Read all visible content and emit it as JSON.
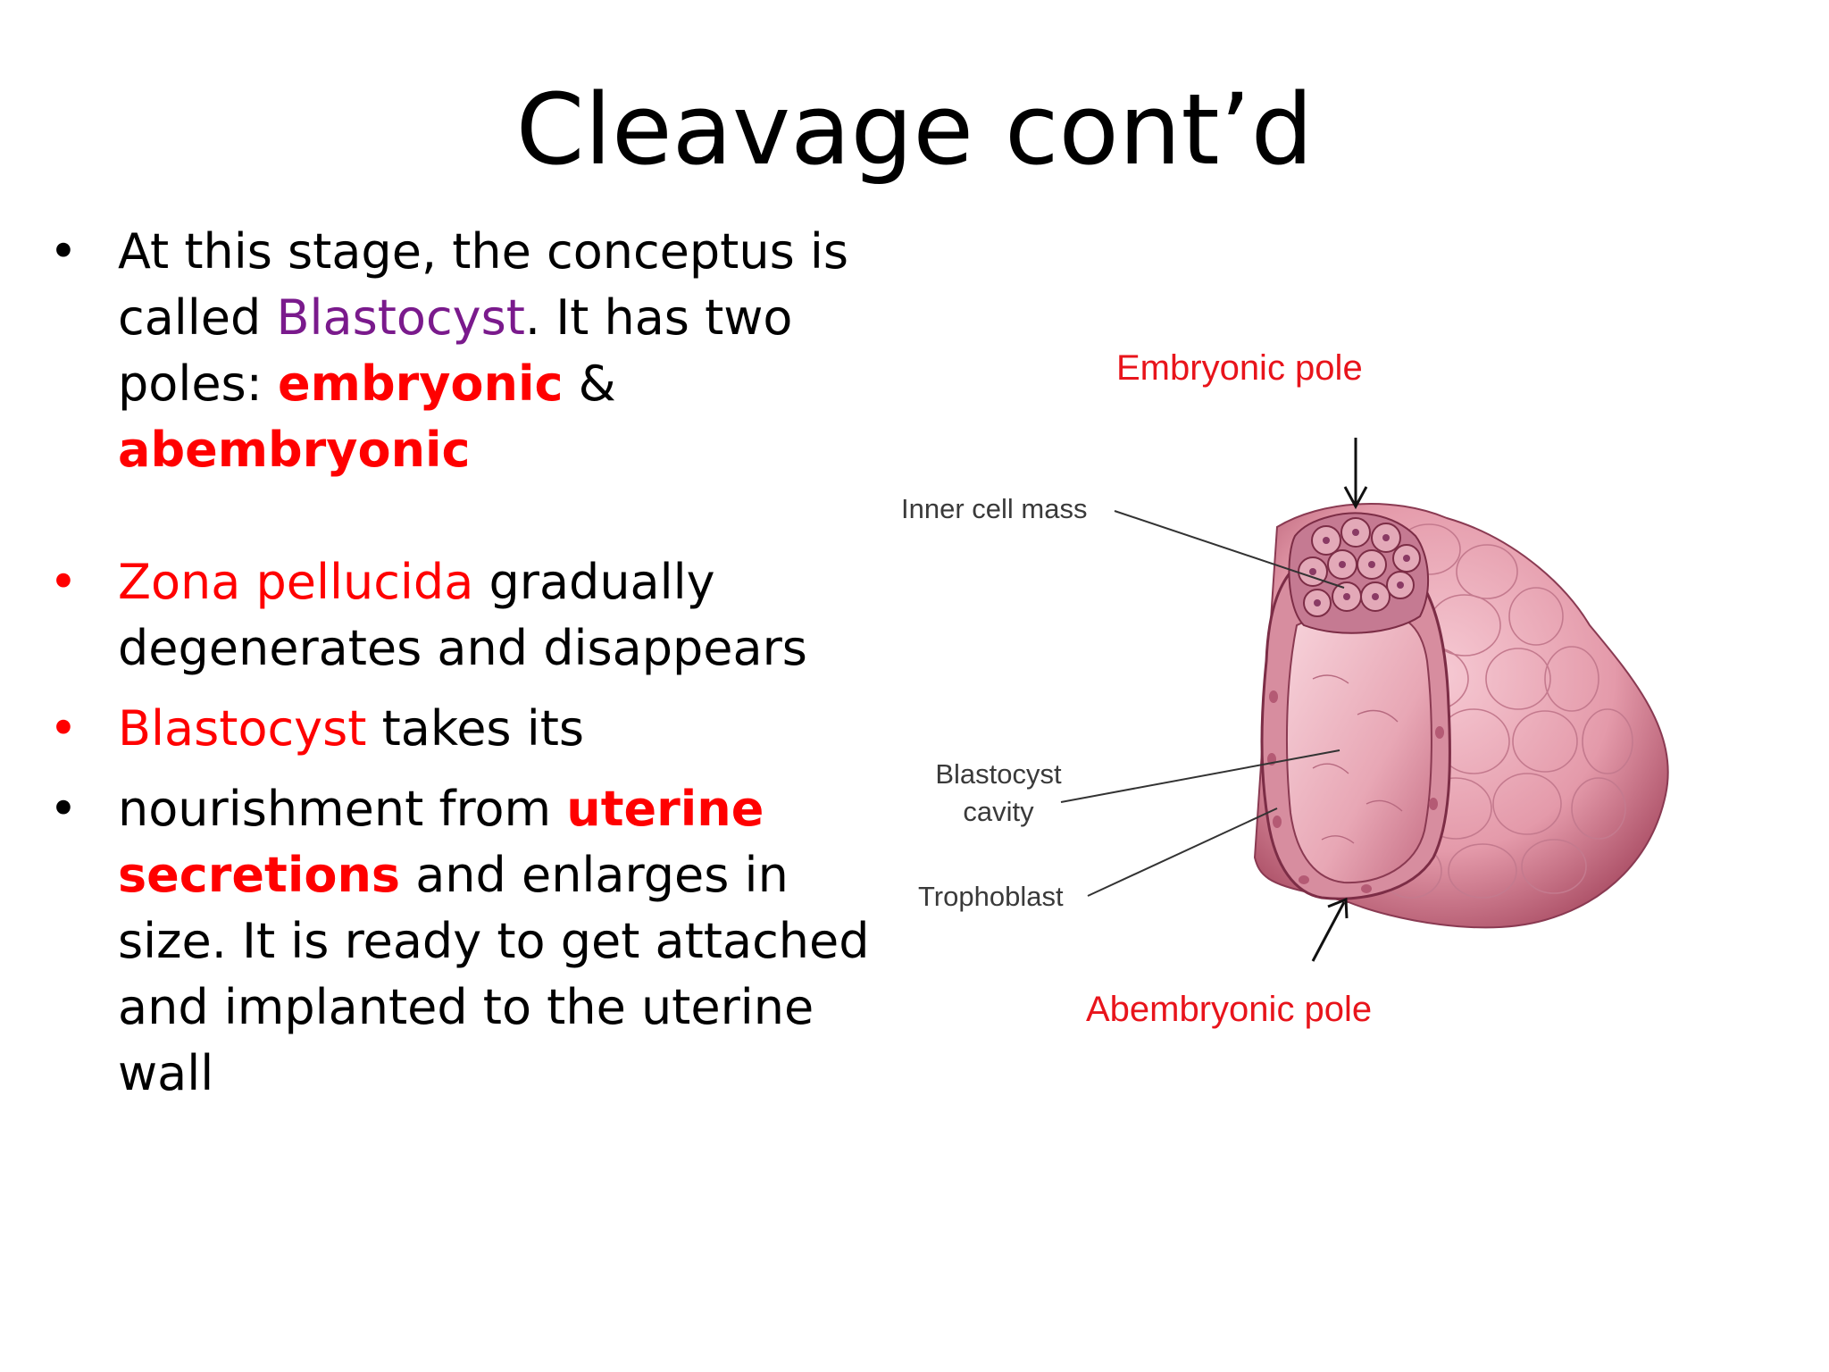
{
  "slide": {
    "title": "Cleavage cont’d",
    "bullets": [
      {
        "segments": [
          {
            "text": "At this stage, the conceptus is called ",
            "style": "normal"
          },
          {
            "text": "Blastocyst",
            "style": "purple"
          },
          {
            "text": ". It has two poles: ",
            "style": "normal"
          },
          {
            "text": "embryonic",
            "style": "red-bold"
          },
          {
            "text": " & ",
            "style": "normal"
          },
          {
            "text": "abembryonic",
            "style": "red-bold"
          }
        ]
      },
      {
        "segments": [
          {
            "text": "Zona pellucida",
            "style": "red"
          },
          {
            "text": " gradually degenerates and disappears",
            "style": "normal"
          }
        ]
      },
      {
        "segments": [
          {
            "text": "Blastocyst",
            "style": "red"
          },
          {
            "text": " takes its",
            "style": "normal"
          }
        ]
      },
      {
        "segments": [
          {
            "text": "nourishment from ",
            "style": "normal"
          },
          {
            "text": "uterine secretions",
            "style": "red-bold"
          },
          {
            "text": " and enlarges in size. It is ready to get attached and implanted to the uterine wall",
            "style": "normal"
          }
        ]
      }
    ],
    "bullet_char": "•"
  },
  "diagram": {
    "labels": {
      "embryonic_pole": "Embryonic pole",
      "abembryonic_pole": "Abembryonic pole",
      "inner_cell_mass": "Inner cell mass",
      "blastocyst_cavity_line1": "Blastocyst",
      "blastocyst_cavity_line2": "cavity",
      "trophoblast": "Trophoblast"
    }
  },
  "colors": {
    "accent_red": "#ff0000",
    "accent_purple": "#7a1a8c",
    "label_red": "#e8141b",
    "blastocyst_pink": "#e7a6b4"
  }
}
